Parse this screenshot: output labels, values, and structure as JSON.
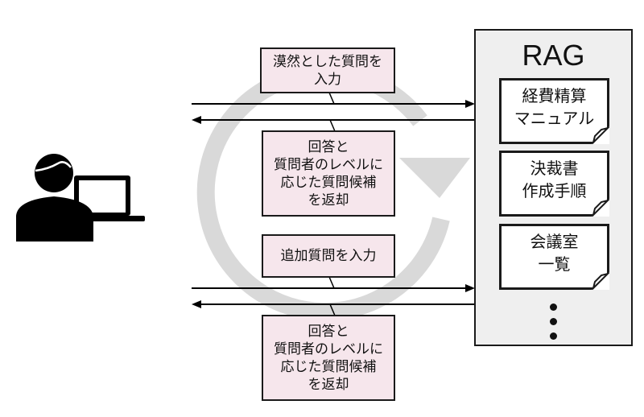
{
  "diagram": {
    "user": {
      "icon": "user-at-laptop-icon"
    },
    "cycle": {
      "icon": "circular-arrow-icon",
      "color": "#d9d9d9"
    },
    "messages": [
      {
        "label": "漠然とした質問を\n入力",
        "direction": "to-rag"
      },
      {
        "label": "回答と\n質問者のレベルに\n応じた質問候補\nを返却",
        "direction": "to-user"
      },
      {
        "label": "追加質問を入力",
        "direction": "to-rag"
      },
      {
        "label": "回答と\n質問者のレベルに\n応じた質問候補\nを返却",
        "direction": "to-user"
      }
    ],
    "rag": {
      "title": "RAG",
      "documents": [
        {
          "label": "経費精算\nマニュアル"
        },
        {
          "label": "決裁書\n作成手順"
        },
        {
          "label": "会議室\n一覧"
        }
      ],
      "more_indicator": "⋮"
    },
    "colors": {
      "message_fill": "#f6e6ec",
      "rag_fill": "#efefef",
      "stroke": "#1a1a1a"
    }
  }
}
